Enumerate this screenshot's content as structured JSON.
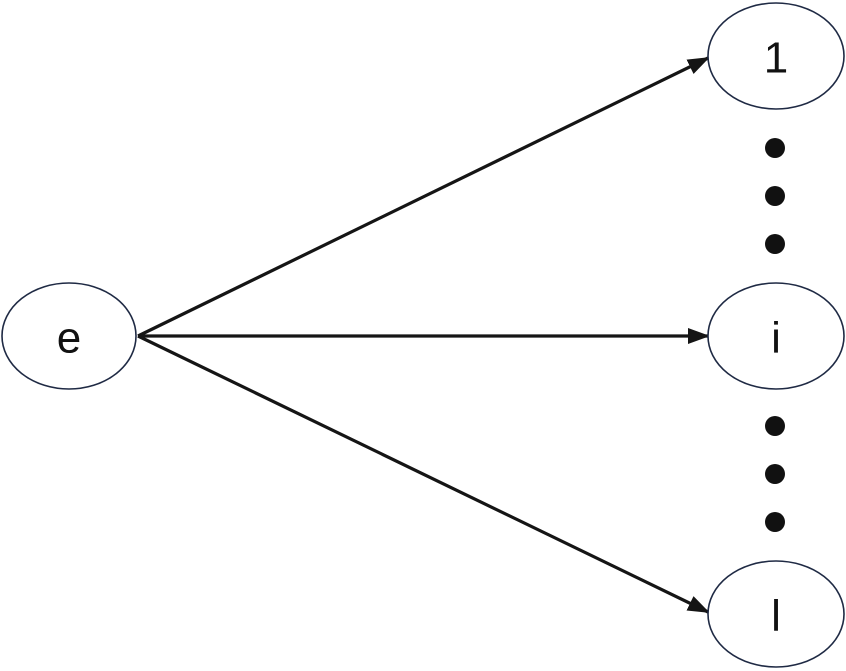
{
  "nodes": {
    "source": {
      "label": "e"
    },
    "first": {
      "label": "1"
    },
    "middle": {
      "label": "i"
    },
    "last": {
      "label": "l"
    }
  },
  "edges": [
    {
      "from": "e",
      "to": "1"
    },
    {
      "from": "e",
      "to": "i"
    },
    {
      "from": "e",
      "to": "l"
    }
  ],
  "colors": {
    "node_stroke": "#1f2a44",
    "edge": "#151515",
    "background": "#ffffff"
  }
}
